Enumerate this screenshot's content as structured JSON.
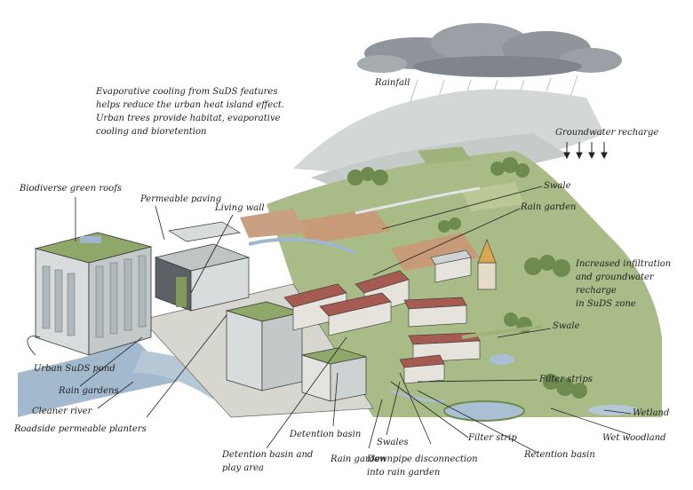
{
  "labels": {
    "rainfall": "Rainfall",
    "evaporative_cooling": "Evaporative cooling from SuDS features\nhelps reduce the urban heat island effect.\nUrban trees provide habitat, evaporative\ncooling and bioretention",
    "groundwater_recharge": "Groundwater recharge",
    "biodiverse_green_roofs": "Biodiverse green roofs",
    "permeable_paving": "Permeable paving",
    "living_wall": "Living wall",
    "swale_top": "Swale",
    "rain_garden_top": "Rain garden",
    "increased_infiltration": "Increased infiltration\nand groundwater recharge\nin SuDS zone",
    "swale_right": "Swale",
    "filter_strips": "Filter strips",
    "wetland": "Wetland",
    "wet_woodland": "Wet woodland",
    "retention_basin": "Retention basin",
    "filter_strip": "Filter strip",
    "downpipe_disconnection": "Downpipe disconnection\ninto rain garden",
    "swales": "Swales",
    "rain_garden_bottom": "Rain garden",
    "detention_basin": "Detention basin",
    "detention_basin_play": "Detention basin and\nplay area",
    "urban_suds_pond": "Urban SuDS pond",
    "rain_gardens": "Rain gardens",
    "cleaner_river": "Cleaner river",
    "roadside_planters": "Roadside permeable planters"
  },
  "colors": {
    "cloud": "#8f959a",
    "hills": "#c9cfcc",
    "green": "#8fa86a",
    "dark_green": "#5f7a44",
    "field": "#c79a78",
    "building": "#d9dcdc",
    "roof_red": "#a55a52",
    "water": "#9fb6cc",
    "ink": "#2a2a2a"
  }
}
